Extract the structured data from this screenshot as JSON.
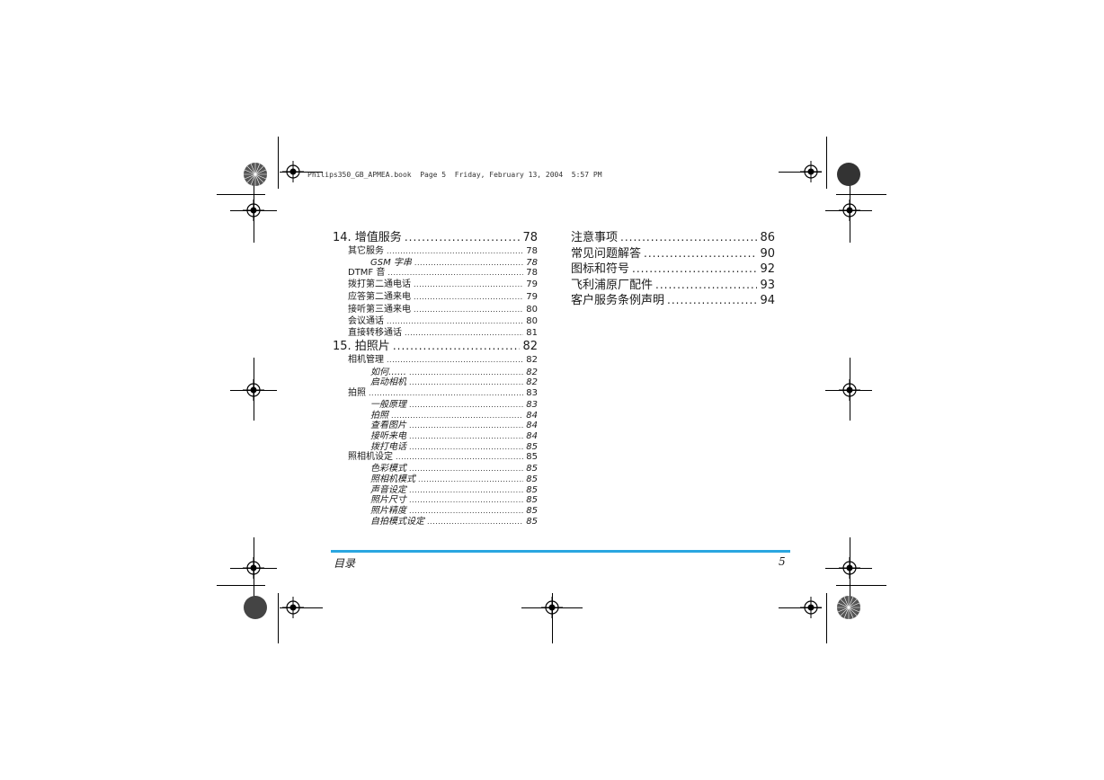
{
  "print_header": "Philips350_GB_APMEA.book  Page 5  Friday, February 13, 2004  5:57 PM",
  "toc_left": {
    "section14": {
      "label": "14. 增值服务",
      "page": "78"
    },
    "s14_items": [
      {
        "label": "其它服务",
        "page": "78"
      },
      {
        "label": "GSM 字串",
        "page": "78"
      },
      {
        "label": "DTMF 音",
        "page": "78"
      },
      {
        "label": "拨打第二通电话",
        "page": "79"
      },
      {
        "label": "应答第二通来电",
        "page": "79"
      },
      {
        "label": "接听第三通来电",
        "page": "80"
      },
      {
        "label": "会议通话",
        "page": "80"
      },
      {
        "label": "直接转移通话",
        "page": "81"
      }
    ],
    "section15": {
      "label": "15. 拍照片",
      "page": "82"
    },
    "s15_items": [
      {
        "label": "相机管理",
        "page": "82"
      },
      {
        "label": "如何……",
        "page": "82"
      },
      {
        "label": "启动相机",
        "page": "82"
      },
      {
        "label": "拍照",
        "page": "83"
      },
      {
        "label": "一般原理",
        "page": "83"
      },
      {
        "label": "拍照",
        "page": "84"
      },
      {
        "label": "查看图片",
        "page": "84"
      },
      {
        "label": "接听来电",
        "page": "84"
      },
      {
        "label": "拨打电话",
        "page": "85"
      },
      {
        "label": "照相机设定",
        "page": "85"
      },
      {
        "label": "色彩模式",
        "page": "85"
      },
      {
        "label": "照相机模式",
        "page": "85"
      },
      {
        "label": "声音设定",
        "page": "85"
      },
      {
        "label": "照片尺寸",
        "page": "85"
      },
      {
        "label": "照片精度",
        "page": "85"
      },
      {
        "label": "自拍模式设定",
        "page": "85"
      }
    ]
  },
  "toc_right": [
    {
      "label": "注意事项",
      "page": "86"
    },
    {
      "label": "常见问题解答",
      "page": "90"
    },
    {
      "label": "图标和符号",
      "page": "92"
    },
    {
      "label": "飞利浦原厂配件",
      "page": "93"
    },
    {
      "label": "客户服务条例声明",
      "page": "94"
    }
  ],
  "footer": {
    "section_title": "目录",
    "page_number": "5",
    "bar_color": "#2aa6e0"
  }
}
